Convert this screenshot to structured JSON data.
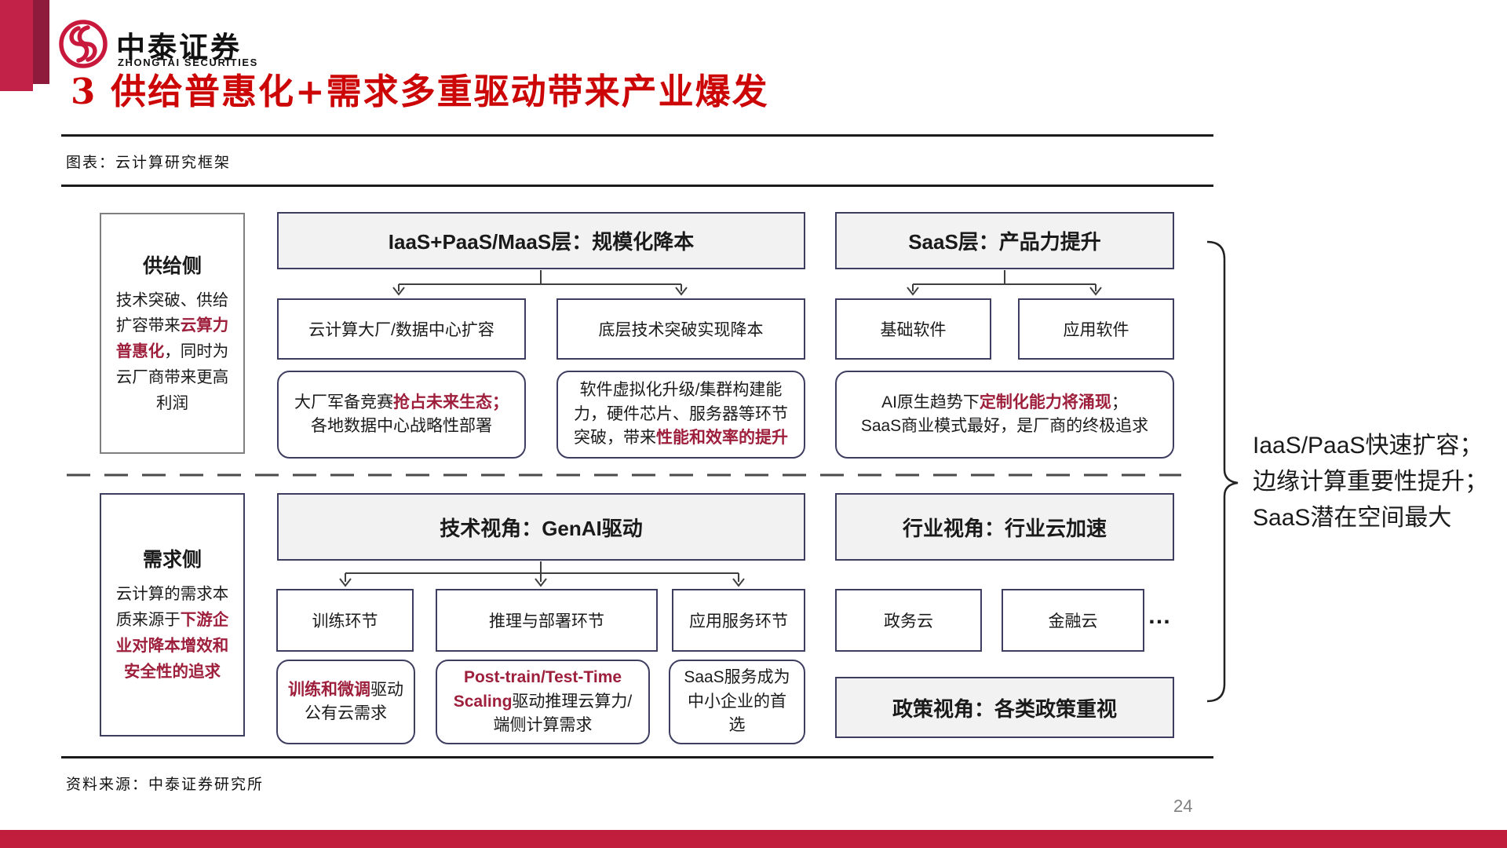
{
  "brand": {
    "name_cn": "中泰证券",
    "name_en": "ZHONGTAI SECURITIES"
  },
  "title": "3 供给普惠化+需求多重驱动带来产业爆发",
  "figure_label": "图表：云计算研究框架",
  "supply": {
    "title": "供给侧",
    "body_pre": "技术突破、供给扩容带来",
    "body_em": "云算力普惠化",
    "body_post": "，同时为云厂商带来更高利润"
  },
  "demand": {
    "title": "需求侧",
    "body_pre": "云计算的需求本质来源于",
    "body_em": "下游企业对降本增效和安全性的追求"
  },
  "iaas": {
    "header": "IaaS+PaaS/MaaS层：规模化降本",
    "child1": "云计算大厂/数据中心扩容",
    "child2": "底层技术突破实现降本",
    "detail1_line1_pre": "大厂军备竞赛",
    "detail1_line1_em": "抢占未来生态；",
    "detail1_line2": "各地数据中心战略性部署",
    "detail2_pre": "软件虚拟化升级/集群构建能力，硬件芯片、服务器等环节突破，带来",
    "detail2_em": "性能和效率的提升"
  },
  "saas": {
    "header": "SaaS层：产品力提升",
    "child1": "基础软件",
    "child2": "应用软件",
    "detail_line1_pre": "AI原生趋势下",
    "detail_line1_em": "定制化能力将涌现",
    "detail_line1_post": "；",
    "detail_line2": "SaaS商业模式最好，是厂商的终极追求"
  },
  "tech": {
    "header": "技术视角：GenAI驱动",
    "children": [
      "训练环节",
      "推理与部署环节",
      "应用服务环节"
    ],
    "detail1_em": "训练和微调",
    "detail1_post": "驱动公有云需求",
    "detail2_em": "Post-train/Test-Time Scaling",
    "detail2_post": "驱动推理云算力/端侧计算需求",
    "detail3": "SaaS服务成为中小企业的首选"
  },
  "industry": {
    "header": "行业视角：行业云加速",
    "children": [
      "政务云",
      "金融云"
    ],
    "more": "…"
  },
  "policy": {
    "header": "政策视角：各类政策重视"
  },
  "annotation": {
    "lines": [
      "IaaS/PaaS快速扩容；",
      "边缘计算重要性提升；",
      "SaaS潜在空间最大"
    ]
  },
  "source": "资料来源：中泰证券研究所",
  "page_number": "24",
  "colors": {
    "accent_red": "#CC0606",
    "highlight_maroon": "#9E1F3C",
    "box_border_navy": "#3E3E60",
    "header_fill_gray": "#F2F2F3",
    "footer_bar_red": "#C01E3C",
    "corner_bright_red": "#C22148",
    "corner_dark_red": "#8E1B3C",
    "logo_red": "#C8193C"
  }
}
